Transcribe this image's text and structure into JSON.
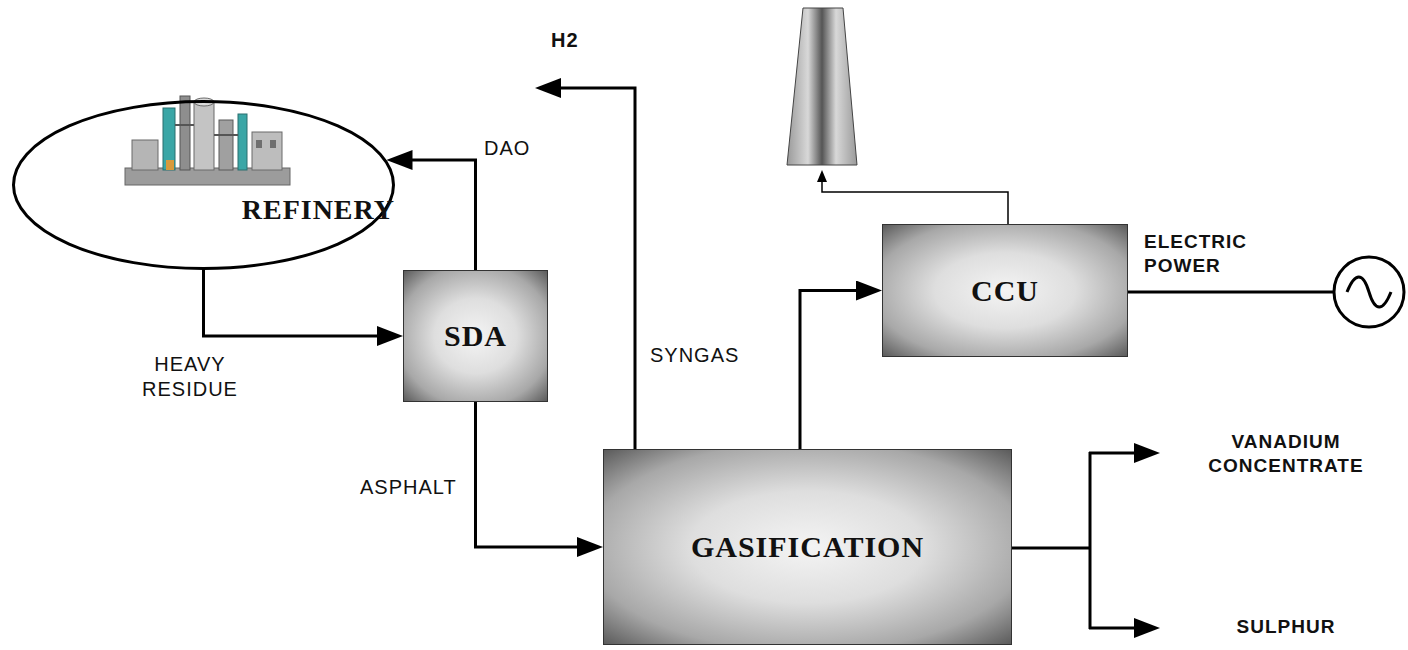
{
  "diagram": {
    "nodes": [
      {
        "text": [
          "REFINERY"
        ]
      },
      {
        "text": [
          "SDA"
        ]
      },
      {
        "text": [
          "CCU"
        ]
      },
      {
        "text": [
          "GASIFICATION"
        ]
      }
    ],
    "edges": [
      {
        "from": 0,
        "to": 1,
        "arrow": "to",
        "label": "HEAVY RESIDUE"
      },
      {
        "from": 1,
        "to": 0,
        "arrow": "to",
        "label": "DAO"
      },
      {
        "from": 1,
        "to": 3,
        "arrow": "to",
        "label": "ASPHALT"
      },
      {
        "from": 3,
        "to": 2,
        "arrow": "to"
      }
    ],
    "labels": [
      "H2",
      "SYNGAS",
      "ELECTRIC POWER",
      "VANADIUM CONCENTRATE",
      "SULPHUR"
    ]
  }
}
